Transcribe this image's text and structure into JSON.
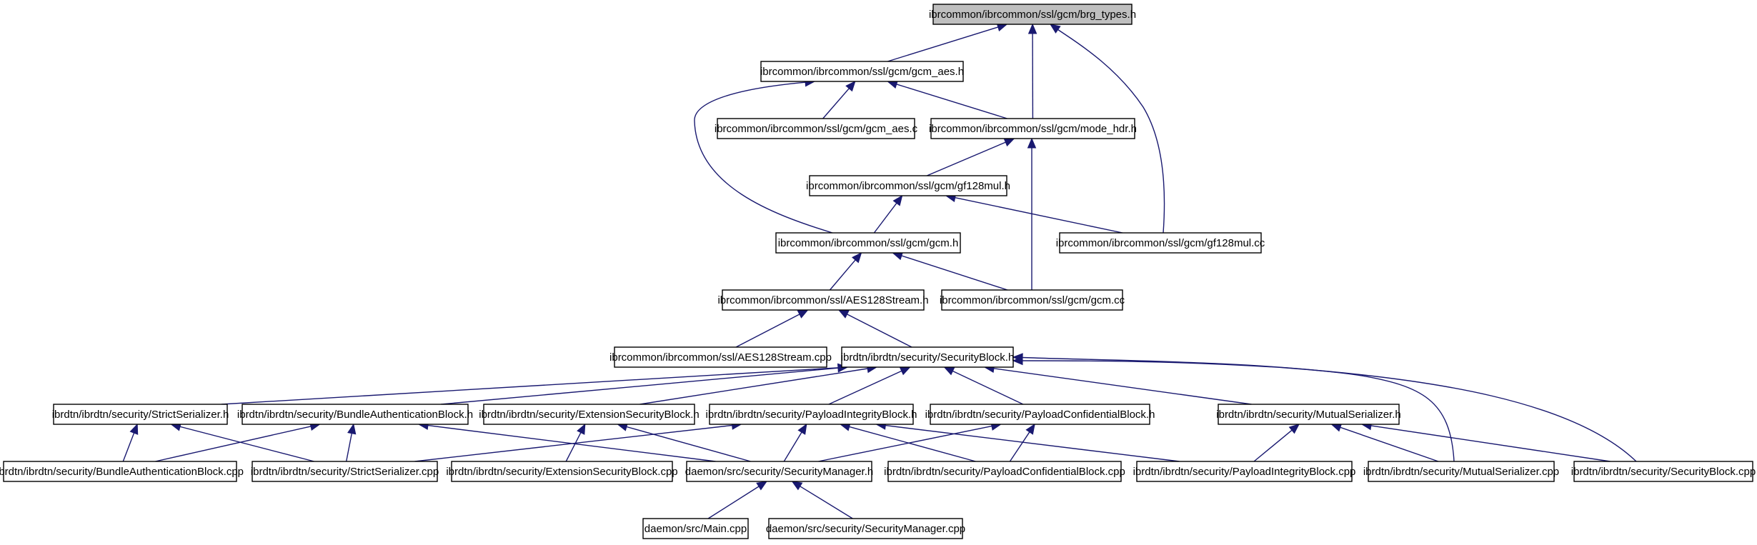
{
  "diagram": {
    "type": "include-dependency-graph",
    "edge_color": "#191970",
    "root_fill": "#bfbfbf",
    "nodes": [
      {
        "id": "brg_types_h",
        "label": "ibrcommon/ibrcommon/ssl/gcm/brg_types.h",
        "root": true
      },
      {
        "id": "gcm_aes_h",
        "label": "ibrcommon/ibrcommon/ssl/gcm/gcm_aes.h"
      },
      {
        "id": "gcm_aes_c",
        "label": "ibrcommon/ibrcommon/ssl/gcm/gcm_aes.c"
      },
      {
        "id": "mode_hdr_h",
        "label": "ibrcommon/ibrcommon/ssl/gcm/mode_hdr.h"
      },
      {
        "id": "gf128mul_h",
        "label": "ibrcommon/ibrcommon/ssl/gcm/gf128mul.h"
      },
      {
        "id": "gcm_h",
        "label": "ibrcommon/ibrcommon/ssl/gcm/gcm.h"
      },
      {
        "id": "gf128mul_cc",
        "label": "ibrcommon/ibrcommon/ssl/gcm/gf128mul.cc"
      },
      {
        "id": "aes128stream_h",
        "label": "ibrcommon/ibrcommon/ssl/AES128Stream.h"
      },
      {
        "id": "gcm_cc",
        "label": "ibrcommon/ibrcommon/ssl/gcm/gcm.cc"
      },
      {
        "id": "aes128stream_cpp",
        "label": "ibrcommon/ibrcommon/ssl/AES128Stream.cpp"
      },
      {
        "id": "securityblock_h",
        "label": "ibrdtn/ibrdtn/security/SecurityBlock.h"
      },
      {
        "id": "strictserializer_h",
        "label": "ibrdtn/ibrdtn/security/StrictSerializer.h"
      },
      {
        "id": "bundleauth_h",
        "label": "ibrdtn/ibrdtn/security/BundleAuthenticationBlock.h"
      },
      {
        "id": "extsec_h",
        "label": "ibrdtn/ibrdtn/security/ExtensionSecurityBlock.h"
      },
      {
        "id": "payloadint_h",
        "label": "ibrdtn/ibrdtn/security/PayloadIntegrityBlock.h"
      },
      {
        "id": "payloadconf_h",
        "label": "ibrdtn/ibrdtn/security/PayloadConfidentialBlock.h"
      },
      {
        "id": "mutualser_h",
        "label": "ibrdtn/ibrdtn/security/MutualSerializer.h"
      },
      {
        "id": "bundleauth_cpp",
        "label": "ibrdtn/ibrdtn/security/BundleAuthenticationBlock.cpp"
      },
      {
        "id": "strictser_cpp",
        "label": "ibrdtn/ibrdtn/security/StrictSerializer.cpp"
      },
      {
        "id": "extsec_cpp",
        "label": "ibrdtn/ibrdtn/security/ExtensionSecurityBlock.cpp"
      },
      {
        "id": "secmgr_h",
        "label": "daemon/src/security/SecurityManager.h"
      },
      {
        "id": "payloadconf_cpp",
        "label": "ibrdtn/ibrdtn/security/PayloadConfidentialBlock.cpp"
      },
      {
        "id": "payloadint_cpp",
        "label": "ibrdtn/ibrdtn/security/PayloadIntegrityBlock.cpp"
      },
      {
        "id": "mutualser_cpp",
        "label": "ibrdtn/ibrdtn/security/MutualSerializer.cpp"
      },
      {
        "id": "securityblock_cpp",
        "label": "ibrdtn/ibrdtn/security/SecurityBlock.cpp"
      },
      {
        "id": "main_cpp",
        "label": "daemon/src/Main.cpp"
      },
      {
        "id": "secmgr_cpp",
        "label": "daemon/src/security/SecurityManager.cpp"
      }
    ],
    "edges": [
      {
        "from": "gcm_aes_h",
        "to": "brg_types_h"
      },
      {
        "from": "mode_hdr_h",
        "to": "brg_types_h"
      },
      {
        "from": "gf128mul_cc",
        "to": "brg_types_h"
      },
      {
        "from": "gcm_aes_c",
        "to": "gcm_aes_h"
      },
      {
        "from": "mode_hdr_h",
        "to": "gcm_aes_h"
      },
      {
        "from": "gcm_h",
        "to": "gcm_aes_h"
      },
      {
        "from": "gf128mul_h",
        "to": "mode_hdr_h"
      },
      {
        "from": "gcm_cc",
        "to": "mode_hdr_h"
      },
      {
        "from": "gcm_h",
        "to": "gf128mul_h"
      },
      {
        "from": "gf128mul_cc",
        "to": "gf128mul_h"
      },
      {
        "from": "aes128stream_h",
        "to": "gcm_h"
      },
      {
        "from": "gcm_cc",
        "to": "gcm_h"
      },
      {
        "from": "aes128stream_cpp",
        "to": "aes128stream_h"
      },
      {
        "from": "securityblock_h",
        "to": "aes128stream_h"
      },
      {
        "from": "strictserializer_h",
        "to": "securityblock_h"
      },
      {
        "from": "bundleauth_h",
        "to": "securityblock_h"
      },
      {
        "from": "extsec_h",
        "to": "securityblock_h"
      },
      {
        "from": "payloadint_h",
        "to": "securityblock_h"
      },
      {
        "from": "payloadconf_h",
        "to": "securityblock_h"
      },
      {
        "from": "mutualser_h",
        "to": "securityblock_h"
      },
      {
        "from": "mutualser_cpp",
        "to": "securityblock_h"
      },
      {
        "from": "securityblock_cpp",
        "to": "securityblock_h"
      },
      {
        "from": "bundleauth_cpp",
        "to": "strictserializer_h"
      },
      {
        "from": "strictser_cpp",
        "to": "strictserializer_h"
      },
      {
        "from": "bundleauth_cpp",
        "to": "bundleauth_h"
      },
      {
        "from": "strictser_cpp",
        "to": "bundleauth_h"
      },
      {
        "from": "secmgr_h",
        "to": "bundleauth_h"
      },
      {
        "from": "extsec_cpp",
        "to": "extsec_h"
      },
      {
        "from": "secmgr_h",
        "to": "extsec_h"
      },
      {
        "from": "strictser_cpp",
        "to": "payloadint_h"
      },
      {
        "from": "secmgr_h",
        "to": "payloadint_h"
      },
      {
        "from": "payloadconf_cpp",
        "to": "payloadint_h"
      },
      {
        "from": "payloadint_cpp",
        "to": "payloadint_h"
      },
      {
        "from": "secmgr_h",
        "to": "payloadconf_h"
      },
      {
        "from": "payloadconf_cpp",
        "to": "payloadconf_h"
      },
      {
        "from": "payloadint_cpp",
        "to": "mutualser_h"
      },
      {
        "from": "mutualser_cpp",
        "to": "mutualser_h"
      },
      {
        "from": "securityblock_cpp",
        "to": "mutualser_h"
      },
      {
        "from": "main_cpp",
        "to": "secmgr_h"
      },
      {
        "from": "secmgr_cpp",
        "to": "secmgr_h"
      }
    ]
  }
}
